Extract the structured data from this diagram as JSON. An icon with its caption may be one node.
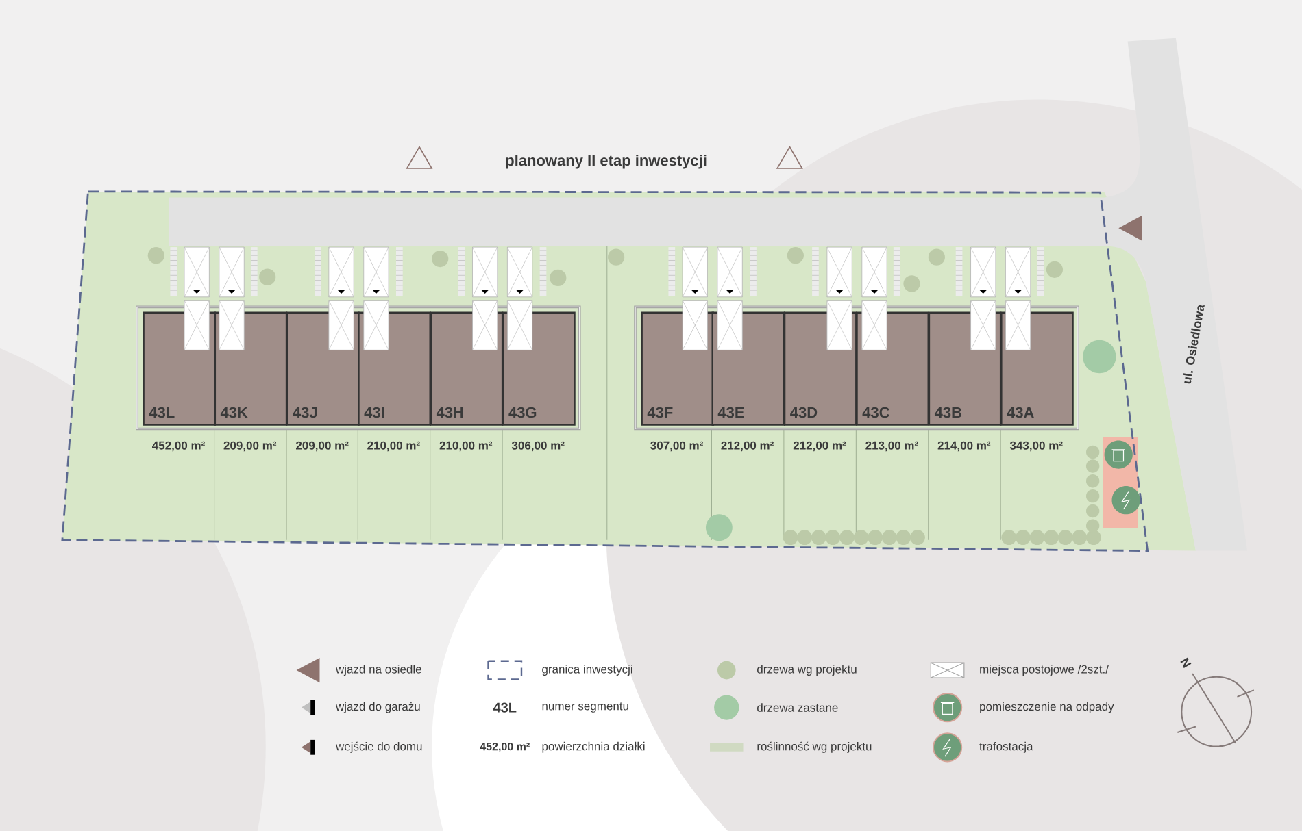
{
  "diagram": {
    "nodes": [
      {
        "text": [
          "43L"
        ],
        "beside": [
          "452,00 m²"
        ]
      },
      {
        "text": [
          "43K"
        ],
        "beside": [
          "209,00 m²"
        ]
      },
      {
        "text": [
          "43J"
        ],
        "beside": [
          "209,00 m²"
        ]
      },
      {
        "text": [
          "43I"
        ],
        "beside": [
          "210,00 m²"
        ]
      },
      {
        "text": [
          "43H"
        ],
        "beside": [
          "210,00 m²"
        ]
      },
      {
        "text": [
          "43G"
        ],
        "beside": [
          "306,00 m²"
        ]
      },
      {
        "text": [
          "43F"
        ],
        "beside": [
          "307,00 m²"
        ]
      },
      {
        "text": [
          "43E"
        ],
        "beside": [
          "212,00 m²"
        ]
      },
      {
        "text": [
          "43D"
        ],
        "beside": [
          "212,00 m²"
        ]
      },
      {
        "text": [
          "43C"
        ],
        "beside": [
          "213,00 m²"
        ]
      },
      {
        "text": [
          "43B"
        ],
        "beside": [
          "214,00 m²"
        ]
      },
      {
        "text": [
          "43A"
        ],
        "beside": [
          "343,00 m²"
        ]
      }
    ],
    "labels": [
      "planowany II etap inwestycji",
      "ul. Osiedlowa",
      "43L",
      "452,00 m²",
      "N"
    ],
    "legend": [
      {
        "text": "wjazd na osiedle"
      },
      {
        "text": "wjazd do garażu"
      },
      {
        "text": "wejście do domu"
      },
      {
        "text": "granica inwestycji"
      },
      {
        "text": "numer segmentu"
      },
      {
        "text": "powierzchnia działki"
      },
      {
        "text": "drzewa wg projektu",
        "color": "#bccaa8"
      },
      {
        "text": "drzewa zastane",
        "color": "#a3cba6"
      },
      {
        "text": "roślinność wg projektu"
      },
      {
        "text": "miejsca postojowe /2szt./"
      },
      {
        "text": "pomieszczenie na odpady"
      },
      {
        "text": "trafostacja"
      }
    ]
  }
}
